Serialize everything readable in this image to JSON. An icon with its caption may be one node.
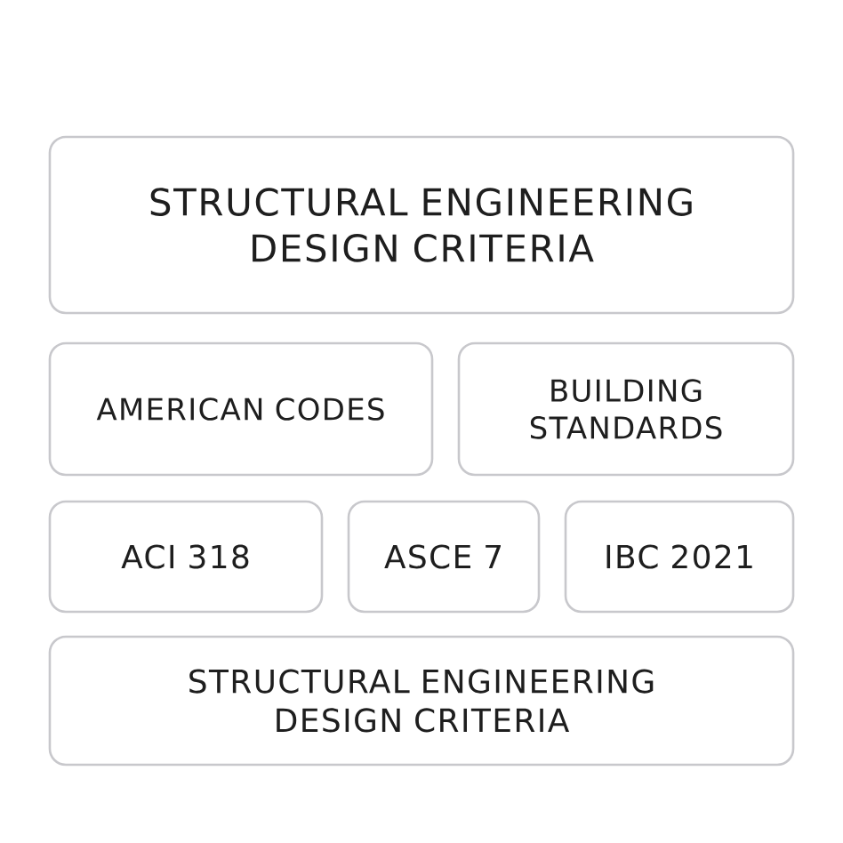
{
  "diagram": {
    "nodes": [
      {
        "text": [
          "STRUCTURAL ENGINEERING DESIGN CRITERIA"
        ]
      },
      {
        "text": [
          "AMERICAN CODES"
        ]
      },
      {
        "text": [
          "BUILDING STANDARDS"
        ]
      },
      {
        "text": [
          "ACI 318"
        ]
      },
      {
        "text": [
          "ASCE 7"
        ]
      },
      {
        "text": [
          "IBC 2021"
        ]
      },
      {
        "text": [
          "STRUCTURAL ENGINEERING DESIGN CRITERIA"
        ]
      }
    ]
  }
}
